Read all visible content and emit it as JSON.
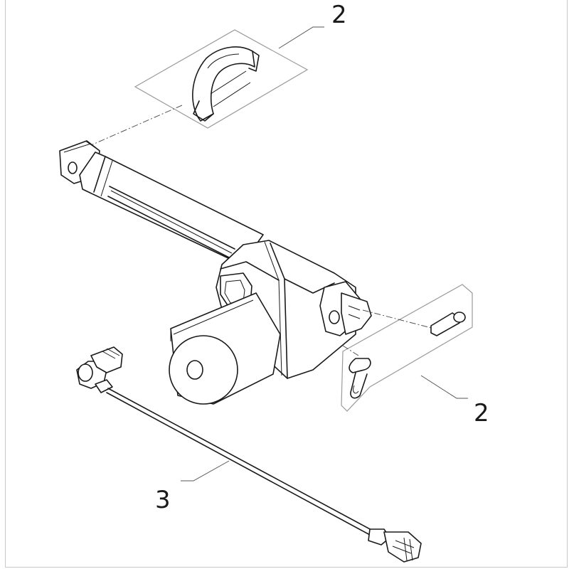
{
  "callouts": {
    "top_clip": "2",
    "pin_clip": "2",
    "cable": "3"
  },
  "colors": {
    "line": "#1a1a1a",
    "box": "#9a9a9a",
    "background": "#ffffff"
  }
}
